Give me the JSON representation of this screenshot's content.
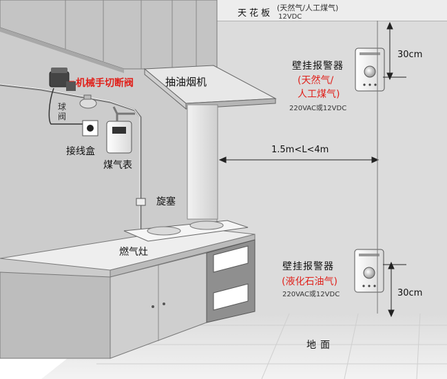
{
  "ceiling": {
    "label": "天花板",
    "gas_types": "(天然气/人工煤气)",
    "voltage": "12VDC"
  },
  "valve": {
    "label": "机械手切断阀",
    "ball_valve": "球\n阀"
  },
  "hood": {
    "label": "抽油烟机"
  },
  "junction_box": {
    "label": "接线盒"
  },
  "gas_meter": {
    "label": "煤气表"
  },
  "plug": {
    "label": "旋塞"
  },
  "stove": {
    "label": "燃气灶"
  },
  "alarm_top": {
    "title": "壁挂报警器",
    "gas_line1": "(天然气/",
    "gas_line2": "人工煤气)",
    "voltage": "220VAC或12VDC",
    "distance": "30cm"
  },
  "alarm_bottom": {
    "title": "壁挂报警器",
    "gas": "(液化石油气)",
    "voltage": "220VAC或12VDC",
    "distance": "30cm"
  },
  "range": {
    "label": "1.5m<L<4m"
  },
  "floor": {
    "label": "地面"
  },
  "colors": {
    "accent_red": "#e0211b",
    "wall": "#d4d4d4",
    "floor": "#e9e9e9",
    "cabinet": "#c8c8c8",
    "stove_front": "#9a9a9a"
  }
}
